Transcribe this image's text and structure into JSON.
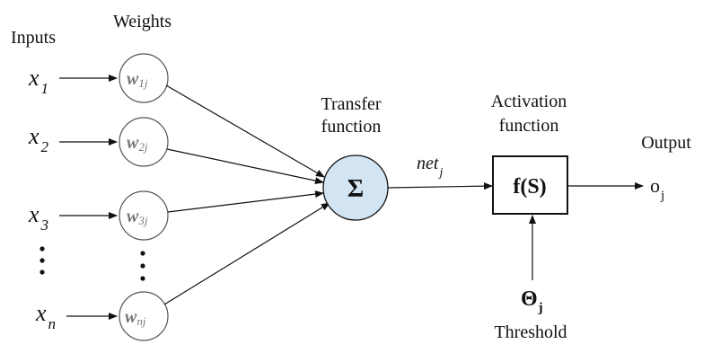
{
  "headers": {
    "inputs": "Inputs",
    "weights": "Weights",
    "output": "Output"
  },
  "transfer": {
    "line1": "Transfer",
    "line2": "function",
    "symbol": "Σ",
    "fill": "#d3e4f3"
  },
  "activation": {
    "line1": "Activation",
    "line2": "function",
    "label": "f(S)"
  },
  "net": {
    "base": "net",
    "sub": "j"
  },
  "threshold": {
    "symbol": "Θ",
    "sub": "j",
    "label": "Threshold"
  },
  "output": {
    "base": "o",
    "sub": "j"
  },
  "inputs": [
    {
      "base": "x",
      "sub": "1"
    },
    {
      "base": "x",
      "sub": "2"
    },
    {
      "base": "x",
      "sub": "3"
    },
    {
      "base": "x",
      "sub": "n"
    }
  ],
  "weights": [
    {
      "base": "w",
      "sub": "1j"
    },
    {
      "base": "w",
      "sub": "2j"
    },
    {
      "base": "w",
      "sub": "3j"
    },
    {
      "base": "w",
      "sub": "nj"
    }
  ]
}
